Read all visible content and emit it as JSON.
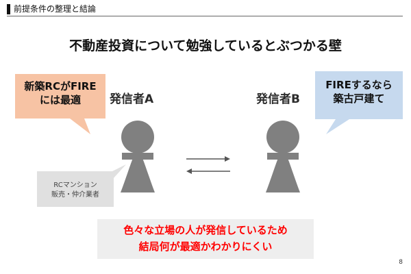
{
  "header": {
    "title": "前提条件の整理と結論"
  },
  "slide": {
    "title": "不動産投資について勉強しているとぶつかる壁",
    "person_a": {
      "label": "発信者A",
      "bubble": "新築RCがFIRE\nには最適",
      "bubble_color": "#f7c3a4",
      "note": "RCマンション\n販売・仲介業者"
    },
    "person_b": {
      "label": "発信者B",
      "bubble": "FIREするなら\n築古戸建て",
      "bubble_color": "#c6d9ee"
    },
    "conclusion": "色々な立場の人が発信しているため\n結局何が最適かわかりにくい",
    "conclusion_color": "#ff0000",
    "page_number": "8"
  }
}
